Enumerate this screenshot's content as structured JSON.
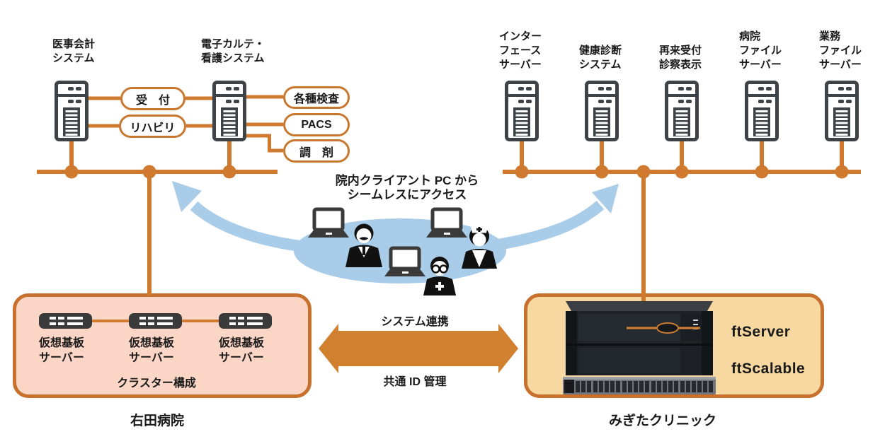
{
  "colors": {
    "accent_orange": "#cf7a2e",
    "box_border_orange": "#c8702e",
    "hospital_zone_fill": "#fbd6c6",
    "clinic_zone_fill": "#f6d8a0",
    "access_blue": "#a9cce9",
    "icon_dark": "#3e4347",
    "text": "#1a1a1a"
  },
  "hospital": {
    "servers": [
      {
        "lines": [
          "医事会計",
          "システム"
        ]
      },
      {
        "lines": [
          "電子カルテ・",
          "看護システム"
        ]
      }
    ],
    "link_pills": [
      {
        "label": "受　付"
      },
      {
        "label": "リハビリ"
      }
    ],
    "dept_pills": [
      {
        "label": "各種検査"
      },
      {
        "label": "PACS"
      },
      {
        "label": "調　剤"
      }
    ],
    "cluster": {
      "nodes": [
        {
          "lines": [
            "仮想基板",
            "サーバー"
          ]
        },
        {
          "lines": [
            "仮想基板",
            "サーバー"
          ]
        },
        {
          "lines": [
            "仮想基板",
            "サーバー"
          ]
        }
      ],
      "caption": "クラスター構成"
    },
    "site_label": "右田病院"
  },
  "clinic": {
    "servers": [
      {
        "lines": [
          "インター",
          "フェース",
          "サーバー"
        ]
      },
      {
        "lines": [
          "健康診断",
          "システム"
        ]
      },
      {
        "lines": [
          "再来受付",
          "診察表示"
        ]
      },
      {
        "lines": [
          "病院",
          "ファイル",
          "サーバー"
        ]
      },
      {
        "lines": [
          "業務",
          "ファイル",
          "サーバー"
        ]
      }
    ],
    "products": [
      {
        "name": "ftServer"
      },
      {
        "name": "ftScalable"
      }
    ],
    "site_label": "みぎたクリニック"
  },
  "client_access": {
    "lines": [
      "院内クライアント PC から",
      "シームレスにアクセス"
    ]
  },
  "link": {
    "top_label": "システム連携",
    "bottom_label": "共通 ID 管理"
  }
}
